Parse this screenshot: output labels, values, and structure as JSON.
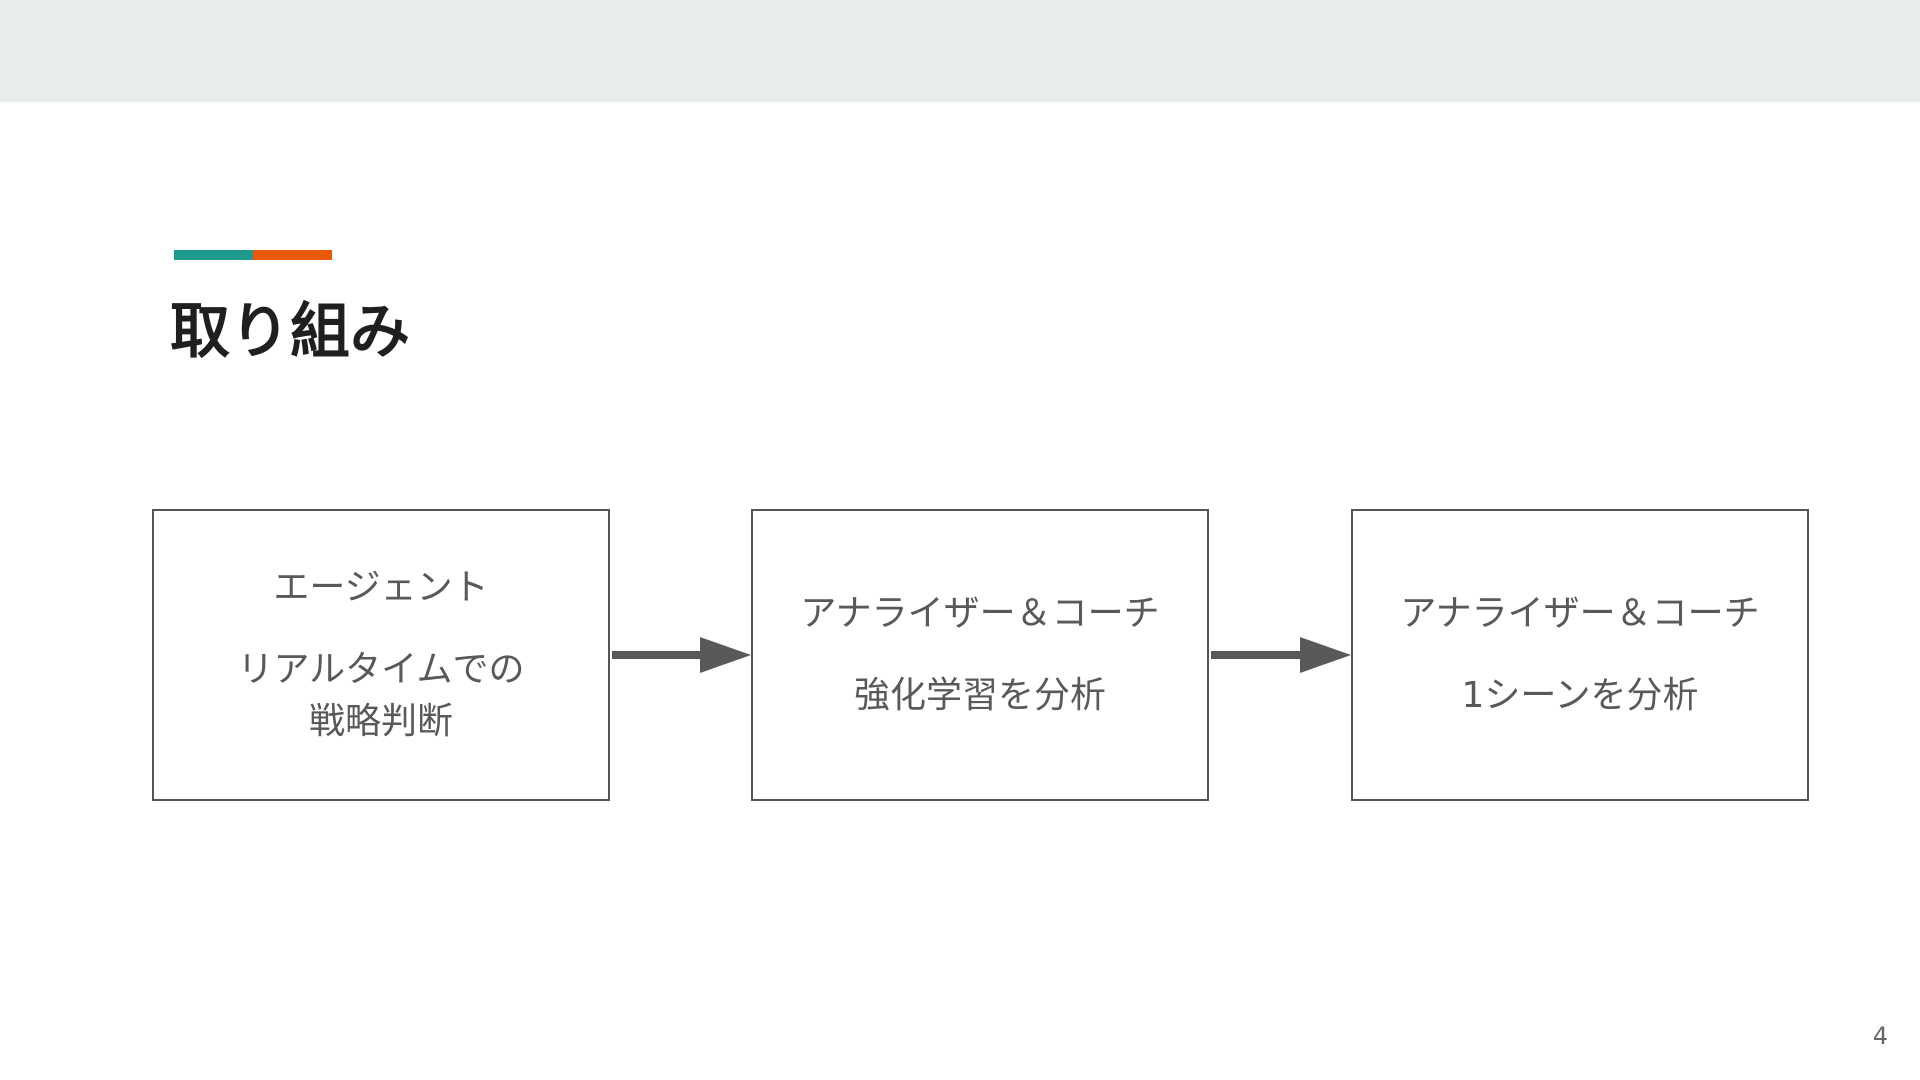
{
  "slide": {
    "title": "取り組み",
    "page_number": "4",
    "colors": {
      "band": "#e9edee",
      "accent_teal": "#1d9a8a",
      "accent_orange": "#e8590c",
      "box_border": "#555555",
      "arrow": "#595959",
      "text": "#595959"
    }
  },
  "flow": [
    {
      "role": "エージェント",
      "desc": "リアルタイムでの\n戦略判断"
    },
    {
      "role": "アナライザー＆コーチ",
      "desc": "強化学習を分析"
    },
    {
      "role": "アナライザー＆コーチ",
      "desc": "1シーンを分析"
    }
  ]
}
